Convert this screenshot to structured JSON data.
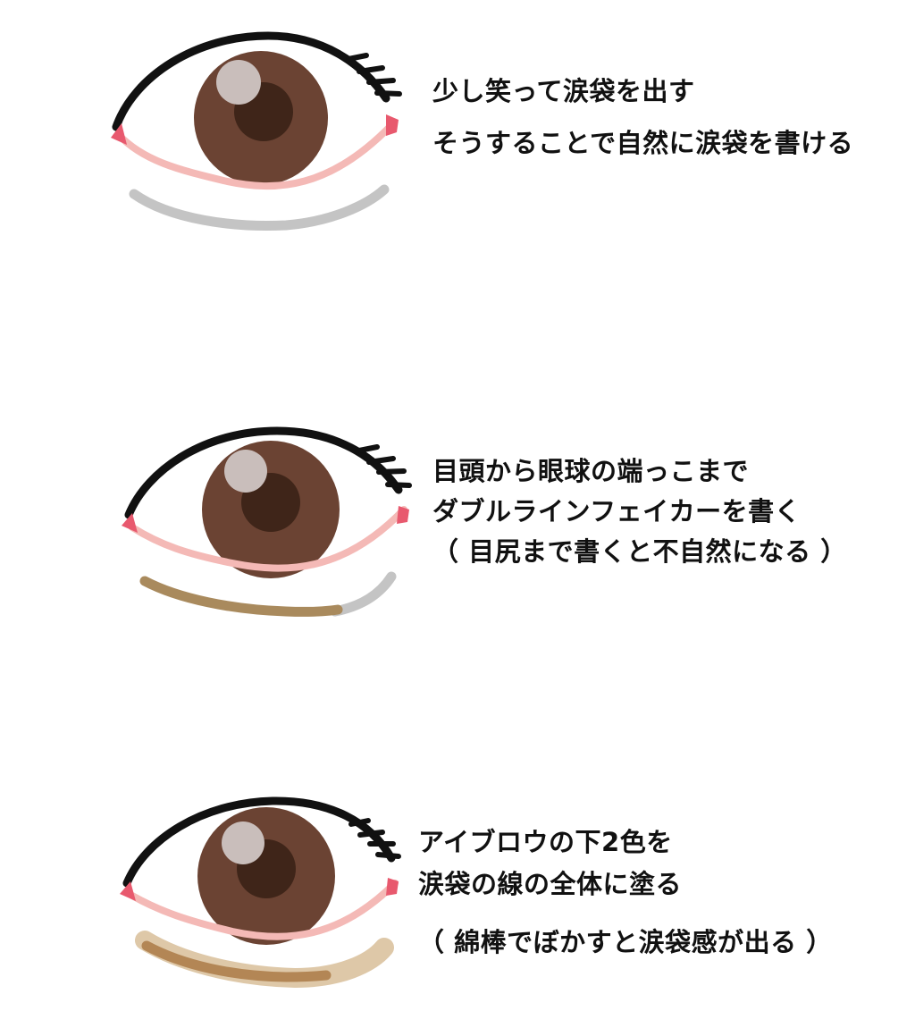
{
  "colors": {
    "background": "#ffffff",
    "lash": "#111111",
    "iris": "#6b4333",
    "pupil": "#3f2519",
    "highlight": "#c9bebb",
    "eye_corner": "#e8596e",
    "waterline": "#f4b9b6",
    "tear_trough_gray": "#c4c4c4",
    "liner_brown": "#a98a5d",
    "shadow_light": "#dec8a8",
    "shadow_dark": "#b38655",
    "text": "#111111"
  },
  "steps": [
    {
      "lines": [
        "少し笑って涙袋を出す",
        "そうすることで自然に涙袋を書ける"
      ]
    },
    {
      "lines": [
        "目頭から眼球の端っこまで",
        "ダブルラインフェイカーを書く",
        "（ 目尻まで書くと不自然になる ）"
      ]
    },
    {
      "lines": [
        "アイブロウの下2色を",
        "涙袋の線の全体に塗る",
        "（ 綿棒でぼかすと涙袋感が出る ）"
      ]
    }
  ]
}
